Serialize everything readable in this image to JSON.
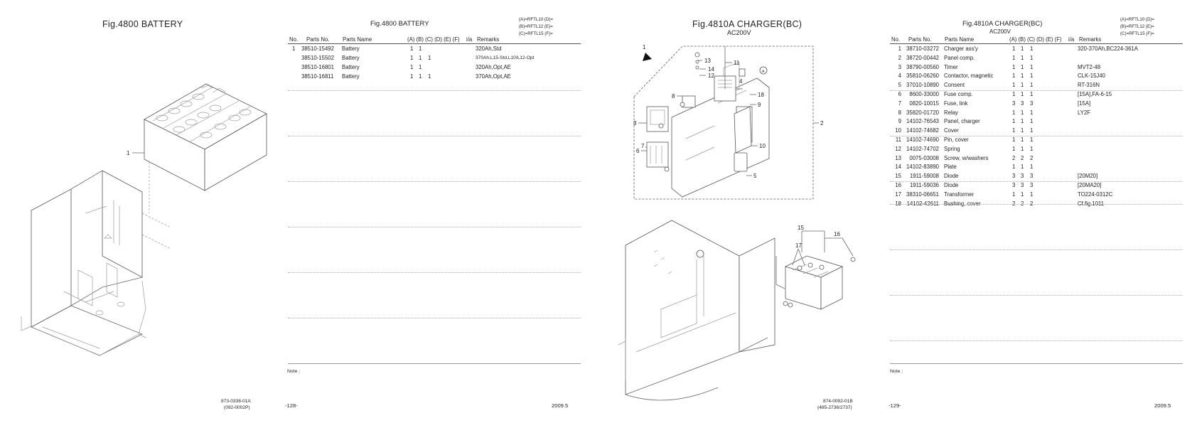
{
  "page1": {
    "fig_title": "Fig.4800  BATTERY",
    "drawing_code": "873-0338-01A",
    "drawing_ref": "(092-0002P)",
    "callouts": [
      "1"
    ]
  },
  "page2": {
    "title": "Fig.4800  BATTERY",
    "models": [
      "(A)=RFTL10   (D)=",
      "(B)=RFTL12   (E)=",
      "(C)=RFTL15   (F)="
    ],
    "headers": {
      "no": "No.",
      "parts_no": "Parts No.",
      "parts_name": "Parts Name",
      "abcdef": "(A) (B) (C) (D) (E) (F)",
      "ia": "i/a",
      "remarks": "Remarks"
    },
    "rows": [
      {
        "no": "1",
        "parts_no": "38510-15492",
        "name": "Battery",
        "a": "1",
        "b": "1",
        "c": "",
        "remarks": "320Ah,Std"
      },
      {
        "no": "",
        "parts_no": "38510-15502",
        "name": "Battery",
        "a": "1",
        "b": "1",
        "c": "1",
        "remarks": "370Ah,L15-Std,L10/L12-Opt"
      },
      {
        "no": "",
        "parts_no": "38510-16801",
        "name": "Battery",
        "a": "1",
        "b": "1",
        "c": "",
        "remarks": "320Ah,Opt,AE"
      },
      {
        "no": "",
        "parts_no": "38510-16811",
        "name": "Battery",
        "a": "1",
        "b": "1",
        "c": "1",
        "remarks": "370Ah,Opt,AE"
      }
    ],
    "note_label": "Note :",
    "page_number": "-128-",
    "date": "2009.5"
  },
  "page3": {
    "fig_title": "Fig.4810A  CHARGER(BC)",
    "subtitle": "AC200V",
    "drawing_code": "874-0092-01B",
    "drawing_ref": "(485-2736/2737)",
    "callouts": [
      "1",
      "2",
      "3",
      "4",
      "5",
      "6",
      "7",
      "8",
      "9",
      "10",
      "11",
      "12",
      "13",
      "14",
      "15",
      "16",
      "17",
      "18",
      "A"
    ]
  },
  "page4": {
    "title": "Fig.4810A  CHARGER(BC)",
    "subtitle": "AC200V",
    "models": [
      "(A)=RFTL10   (D)=",
      "(B)=RFTL12   (E)=",
      "(C)=RFTL15   (F)="
    ],
    "headers": {
      "no": "No.",
      "parts_no": "Parts No.",
      "parts_name": "Parts Name",
      "abcdef": "(A) (B) (C) (D) (E) (F)",
      "ia": "i/a",
      "remarks": "Remarks"
    },
    "rows": [
      {
        "no": "1",
        "parts_no": "38710-03272",
        "name": "Charger ass'y",
        "a": "1",
        "b": "1",
        "c": "1",
        "remarks": "320-370Ah,BC224-361A"
      },
      {
        "no": "2",
        "parts_no": "38720-00442",
        "name": "Panel comp.",
        "a": "1",
        "b": "1",
        "c": "1",
        "remarks": ""
      },
      {
        "no": "3",
        "parts_no": "38790-00560",
        "name": "Timer",
        "a": "1",
        "b": "1",
        "c": "1",
        "remarks": "MVT2-48"
      },
      {
        "no": "4",
        "parts_no": "35810-06260",
        "name": "Contactor, magnetic",
        "a": "1",
        "b": "1",
        "c": "1",
        "remarks": "CLK-15J40"
      },
      {
        "no": "5",
        "parts_no": "37010-10890",
        "name": "Consent",
        "a": "1",
        "b": "1",
        "c": "1",
        "remarks": "RT-316N"
      },
      {
        "no": "6",
        "parts_no": "8600-33000",
        "name": "Fuse comp.",
        "a": "1",
        "b": "1",
        "c": "1",
        "remarks": "[15A],FA-6-15"
      },
      {
        "no": "7",
        "parts_no": "0820-10015",
        "name": "Fuse, link",
        "a": "3",
        "b": "3",
        "c": "3",
        "remarks": "[15A]"
      },
      {
        "no": "8",
        "parts_no": "35820-01720",
        "name": "Relay",
        "a": "1",
        "b": "1",
        "c": "1",
        "remarks": "LY2F"
      },
      {
        "no": "9",
        "parts_no": "14102-76543",
        "name": "Panel, charger",
        "a": "1",
        "b": "1",
        "c": "1",
        "remarks": ""
      },
      {
        "no": "10",
        "parts_no": "14102-74682",
        "name": "Cover",
        "a": "1",
        "b": "1",
        "c": "1",
        "remarks": ""
      },
      {
        "no": "11",
        "parts_no": "14102-74690",
        "name": "Pin, cover",
        "a": "1",
        "b": "1",
        "c": "1",
        "remarks": ""
      },
      {
        "no": "12",
        "parts_no": "14102-74702",
        "name": "Spring",
        "a": "1",
        "b": "1",
        "c": "1",
        "remarks": ""
      },
      {
        "no": "13",
        "parts_no": "0075-03008",
        "name": "Screw, w/washers",
        "a": "2",
        "b": "2",
        "c": "2",
        "remarks": ""
      },
      {
        "no": "14",
        "parts_no": "14102-83890",
        "name": "Plate",
        "a": "1",
        "b": "1",
        "c": "1",
        "remarks": ""
      },
      {
        "no": "15",
        "parts_no": "1911-59008",
        "name": "Diode",
        "a": "3",
        "b": "3",
        "c": "3",
        "remarks": "[20M20]"
      },
      {
        "no": "16",
        "parts_no": "1911-59036",
        "name": "Diode",
        "a": "3",
        "b": "3",
        "c": "3",
        "remarks": "[20MA20]"
      },
      {
        "no": "17",
        "parts_no": "38310-06651",
        "name": "Transformer",
        "a": "1",
        "b": "1",
        "c": "1",
        "remarks": "TO224-0312C"
      },
      {
        "no": "18",
        "parts_no": "14102-42611",
        "name": "Bushing, cover",
        "a": "2",
        "b": "2",
        "c": "2",
        "remarks": "Cf.fig.1011"
      }
    ],
    "note_label": "Note :",
    "page_number": "-129-",
    "date": "2009.5"
  }
}
